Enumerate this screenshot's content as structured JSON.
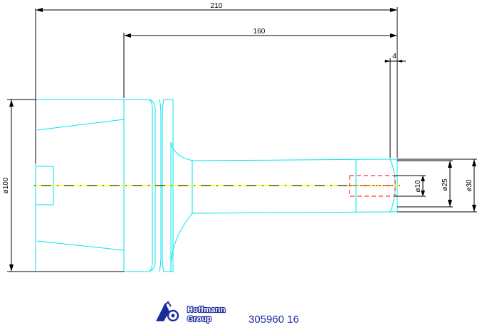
{
  "dimensions": {
    "total_length": "210",
    "taper_to_end": "160",
    "tip_length": "4",
    "flange_diameter": "ø100",
    "pilot_diameter": "ø10",
    "bore_diameter": "ø25",
    "shank_diameter": "ø30"
  },
  "logo": {
    "line1": "Hoffmann",
    "line2": "Group"
  },
  "part_number": "305960 16",
  "colors": {
    "outline": "#00e5ee",
    "dimension": "#000000",
    "centerline": "#ffff00",
    "hidden": "#ff0000",
    "brand": "#1a2b9c"
  }
}
